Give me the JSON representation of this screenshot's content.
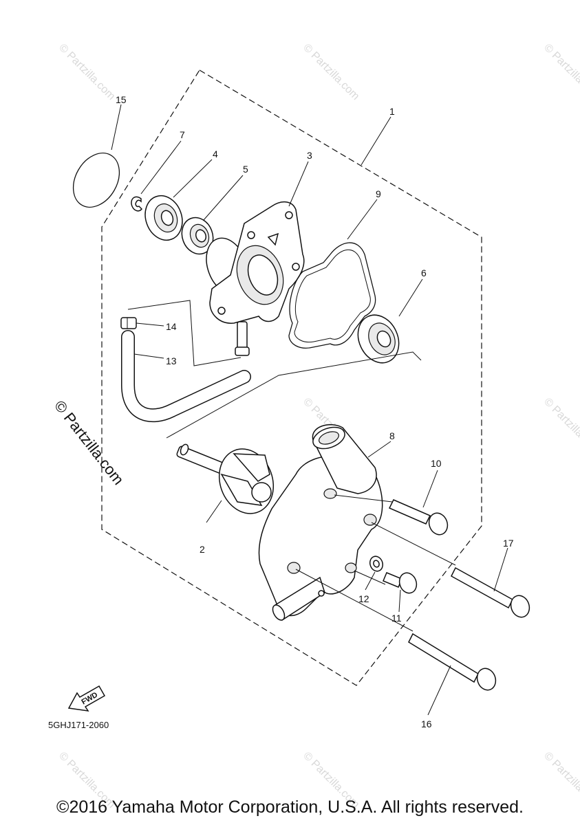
{
  "watermark": {
    "side_text": "© Partzilla.com",
    "small_text": "© Partzilla.com"
  },
  "callouts": {
    "c1": "1",
    "c2": "2",
    "c3": "3",
    "c4": "4",
    "c5": "5",
    "c6": "6",
    "c7": "7",
    "c8": "8",
    "c9": "9",
    "c10": "10",
    "c11": "11",
    "c12": "12",
    "c13": "13",
    "c14": "14",
    "c15": "15",
    "c16": "16",
    "c17": "17"
  },
  "fwd_label": "FWD",
  "drawing_code": "5GHJ171-2060",
  "copyright": "©2016 Yamaha Motor Corporation, U.S.A. All rights reserved."
}
